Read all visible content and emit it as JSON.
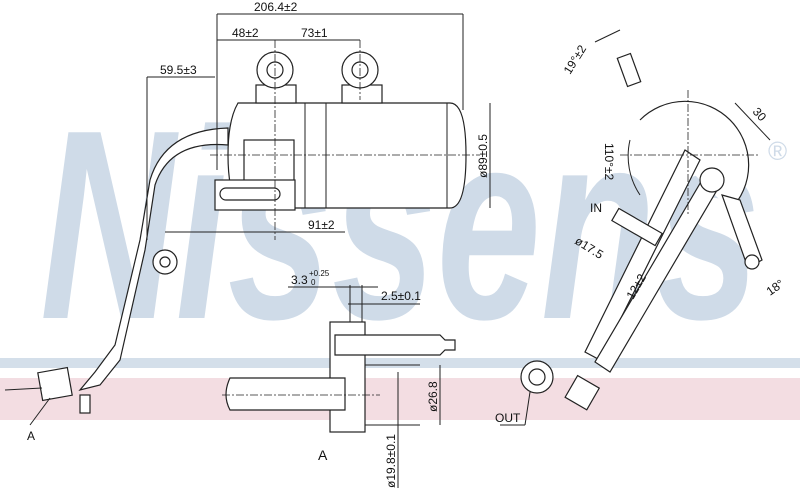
{
  "watermark": {
    "brand": "Nissens",
    "registered_mark": "®",
    "brand_color": "#cfdbe8",
    "band_pink": "#f3dde2",
    "band_blue": "#d4dfea"
  },
  "dimensions": {
    "overall_length": "206.4±2",
    "port_offset_1": "48±2",
    "port_spacing": "73±1",
    "pipe_offset": "59.5±3",
    "diameter_body": "ø89±0.5",
    "bracket_offset": "91±2",
    "detail_depth_main": "3.3",
    "detail_depth_tol_upper": "+0.25",
    "detail_depth_tol_lower": "0",
    "detail_width": "2.5±0.1",
    "detail_outer_diameter": "ø26.8",
    "detail_inner_diameter": "ø19.8±0.1",
    "angle_top": "19°±2",
    "clamp_width": "30",
    "angle_arc": "110°±2",
    "pipe_diameter": "ø17.5",
    "pipe_offset_side": "12±2",
    "angle_bracket": "18°"
  },
  "labels": {
    "detail_ref": "A",
    "detail_title": "A",
    "inlet": "IN",
    "outlet": "OUT"
  }
}
